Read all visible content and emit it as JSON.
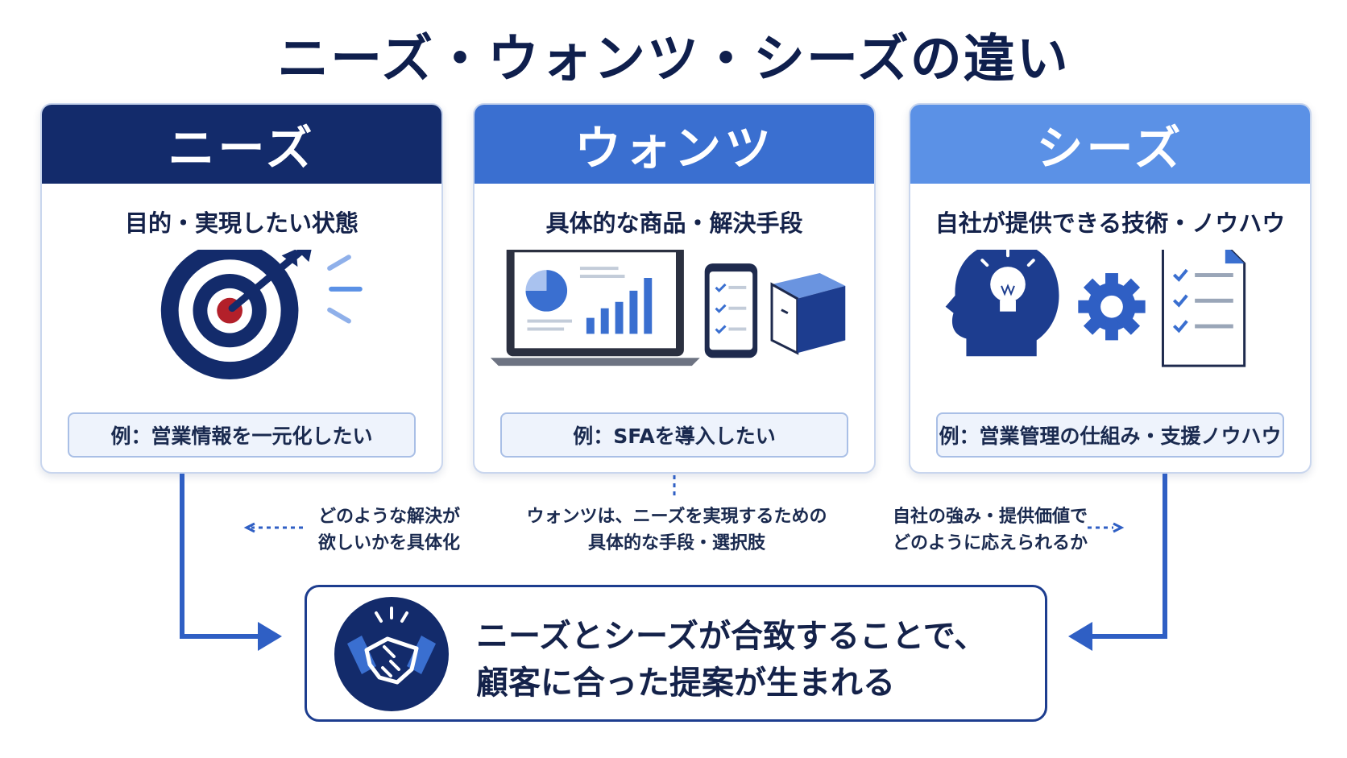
{
  "title": "ニーズ・ウォンツ・シーズの違い",
  "cards": [
    {
      "id": "needs",
      "header": "ニーズ",
      "subtitle": "目的・実現したい状態",
      "example": "例：営業情報を一元化したい",
      "illustration": "target-icon"
    },
    {
      "id": "wants",
      "header": "ウォンツ",
      "subtitle": "具体的な商品・解決手段",
      "example": "例：SFAを導入したい",
      "illustration": "laptop-phone-box-icons"
    },
    {
      "id": "seeds",
      "header": "シーズ",
      "subtitle": "自社が提供できる技術・ノウハウ",
      "example": "例：営業管理の仕組み・支援ノウハウ",
      "illustration": "head-gear-checklist-icons"
    }
  ],
  "notes": {
    "left": [
      "どのような解決が",
      "欲しいかを具体化"
    ],
    "middle": [
      "ウォンツは、ニーズを実現するための",
      "具体的な手段・選択肢"
    ],
    "right": [
      "自社の強み・提供価値で",
      "どのように応えられるか"
    ]
  },
  "bottom": {
    "lines": [
      "ニーズとシーズが合致することで、",
      "顧客に合った提案が生まれる"
    ],
    "icon": "handshake-icon"
  },
  "colors": {
    "navy": "#132b6b",
    "blue": "#3a6fd0",
    "light_blue": "#5b91e6",
    "accent_red": "#b3202a",
    "arrow": "#2f5fc4"
  }
}
